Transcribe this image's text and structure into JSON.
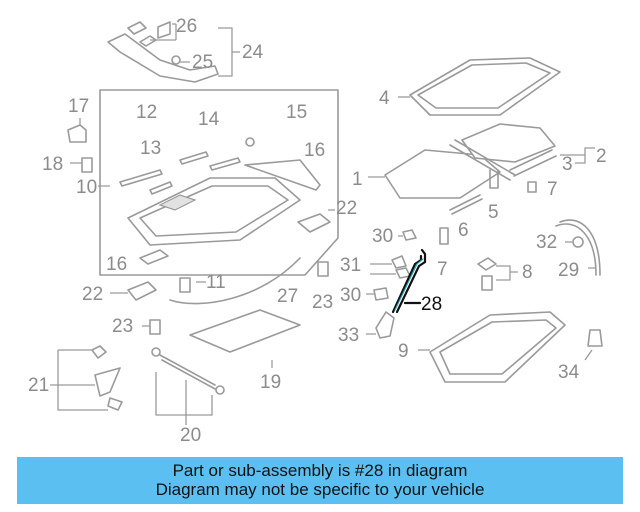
{
  "labels": [
    "1",
    "2",
    "3",
    "4",
    "5",
    "6",
    "7",
    "8",
    "9",
    "10",
    "11",
    "12",
    "13",
    "14",
    "15",
    "16",
    "17",
    "18",
    "19",
    "20",
    "21",
    "22",
    "23",
    "24",
    "25",
    "26",
    "27",
    "28",
    "29",
    "30",
    "31",
    "32",
    "33",
    "34"
  ],
  "highlighted_part": "28",
  "caption": {
    "line1": "Part or sub-assembly is #28 in diagram",
    "line2": "Diagram may not be specific to your vehicle"
  },
  "colors": {
    "caption_background": "#5bc0f1",
    "line_art": "#9a9a9a",
    "highlight": "#111111"
  }
}
